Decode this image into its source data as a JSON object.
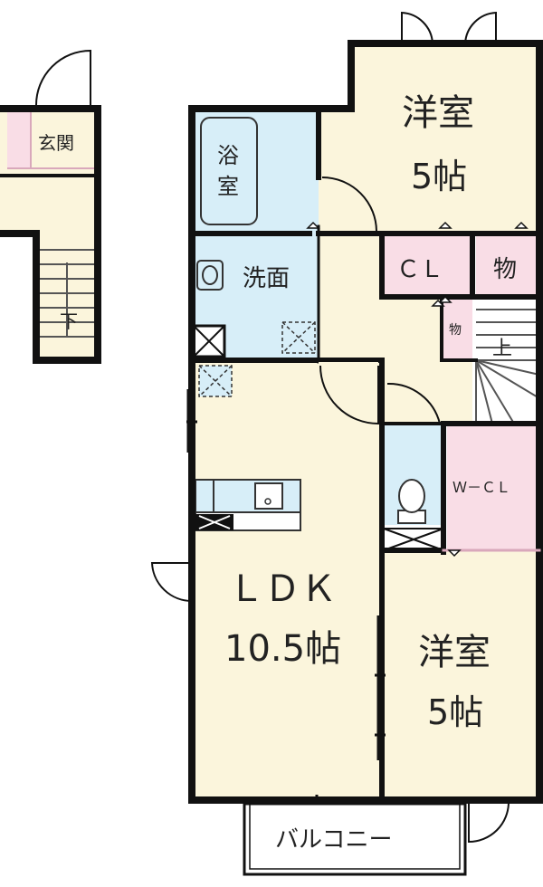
{
  "floor_plan": {
    "entrance": "玄関",
    "stairs_lower": "下",
    "stairs_upper": "上",
    "bath": "浴室",
    "washroom": "洗面",
    "western_room_top": {
      "name": "洋室",
      "size": "5帖"
    },
    "western_room_bottom": {
      "name": "洋室",
      "size": "5帖"
    },
    "closet": "ＣＬ",
    "storage_1": "物",
    "storage_2": "物",
    "walk_in_closet": "Ｗ－ＣＬ",
    "ldk": {
      "name": "ＬＤＫ",
      "size": "10.5帖"
    },
    "balcony": "バルコニー"
  },
  "colors": {
    "wall": "#111111",
    "room_beige": "#fbf5dc",
    "water_blue": "#d7eef8",
    "storage_pink": "#f9dde6",
    "line_pink": "#d9a8bb"
  }
}
